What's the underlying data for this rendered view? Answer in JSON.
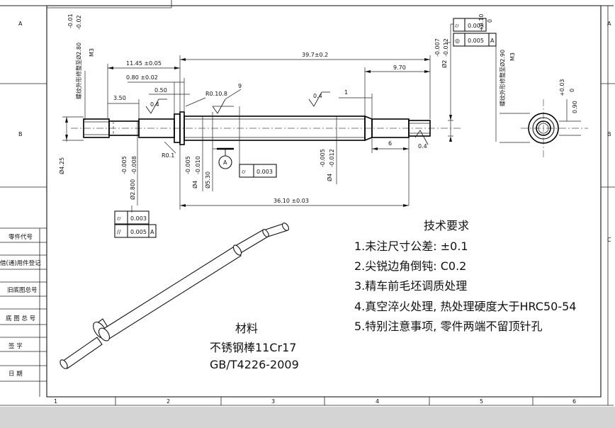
{
  "zones": {
    "rows": [
      "A",
      "B",
      "C"
    ],
    "cols": [
      "1",
      "2",
      "3",
      "4",
      "5",
      "6"
    ]
  },
  "side_table": [
    "零件代号",
    "借(通)用件登记",
    "旧底图总号",
    "底 图 总 号",
    "签   字",
    "日   期"
  ],
  "dimensions": {
    "d_11_45": "11.45 ±0.05",
    "d_0_80": "0.80 ±0.02",
    "d_0_50": "0.50",
    "d_3_50": "3.50",
    "d_39_7": "39.7±0.2",
    "d_9_70": "9.70",
    "d_1": "1",
    "d_6": "6",
    "d_36_10": "36.10 ±0.03",
    "d_phi4_25": "Ø4.25",
    "d_phi2_800": "Ø2.800",
    "d_phi2_800_tol_upper": "-0.005",
    "d_phi2_800_tol_lower": "-0.008",
    "d_phi4_left": "Ø4",
    "d_phi4_left_tol_upper": "-0.005",
    "d_phi4_left_tol_lower": "-0.010",
    "d_phi5_30": "Ø5.30",
    "d_phi4_right": "Ø4",
    "d_phi4_right_tol_upper": "-0.005",
    "d_phi4_right_tol_lower": "-0.012",
    "d_phi2_right": "Ø2",
    "d_phi2_right_tol_upper": "-0.007",
    "d_phi2_right_tol_lower": "-0.012",
    "d_0_90": "0.90",
    "d_0_90_tol_upper": "+0.03",
    "d_0_90_tol_lower": "0",
    "r0_10_8": "R0.10.8",
    "r0_1": "R0.1",
    "rough_0_4": "0.4",
    "rough_9": "9",
    "datum_a": "A",
    "thread_left_note": "螺纹外形修整至Ø2.80",
    "thread_left_size": "M3",
    "thread_left_tol_upper": "-0.01",
    "thread_left_tol_lower": "-0.02",
    "thread_right_note": "螺纹外形修整至Ø2.90",
    "thread_right_size": "M3",
    "thread_right_tol_upper": "+0.10",
    "thread_right_tol_lower": "0"
  },
  "gdt": {
    "flat_003": "0.003",
    "parallel_005": "0.005",
    "parallel_ref": "A",
    "center_003": "0.003",
    "top_cyl_005": "0.005",
    "top_conc_005": "0.005",
    "top_conc_ref": "A"
  },
  "symbols": {
    "cylindricity": "⌭",
    "parallel": "//",
    "concentricity": "◎"
  },
  "material": {
    "label": "材料",
    "name": "不锈钢棒11Cr17",
    "standard": "GB/T4226-2009"
  },
  "requirements": {
    "title": "技术要求",
    "items": [
      "1.未注尺寸公差: ±0.1",
      "2.尖锐边角倒钝: C0.2",
      "3.精车前毛坯调质处理",
      "4.真空淬火处理, 热处理硬度大于HRC50-54",
      "5.特别注意事项, 零件两端不留顶针孔"
    ]
  }
}
